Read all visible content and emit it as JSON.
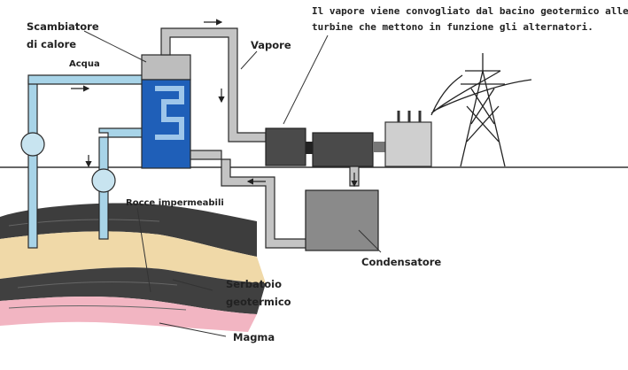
{
  "labels": {
    "heat_exchanger_line1": "Scambiatore",
    "heat_exchanger_line2": "di calore",
    "water": "Acqua",
    "steam": "Vapore",
    "caption_line1": "Il vapore viene convogliato dal bacino geotermico alle",
    "caption_line2": "turbine che mettono in funzione gli alternatori.",
    "impermeable_rocks": "Rocce impermeabili",
    "reservoir_line1": "Serbatoio",
    "reservoir_line2": "geotermico",
    "condenser": "Condensatore",
    "magma": "Magma"
  },
  "colors": {
    "water_pipe": "#a8d4e8",
    "pipe_outline": "#2a2a2a",
    "steam_pipe": "#c4c4c4",
    "exchanger_water": "#1f5fb8",
    "exchanger_top": "#bdbdbd",
    "machine_dark": "#4a4a4a",
    "condenser": "#8a8a8a",
    "transformer": "#cfcfcf",
    "rock_dark": "#3a3a3a",
    "reservoir": "#f0d9a8",
    "magma": "#f2b5c2"
  }
}
